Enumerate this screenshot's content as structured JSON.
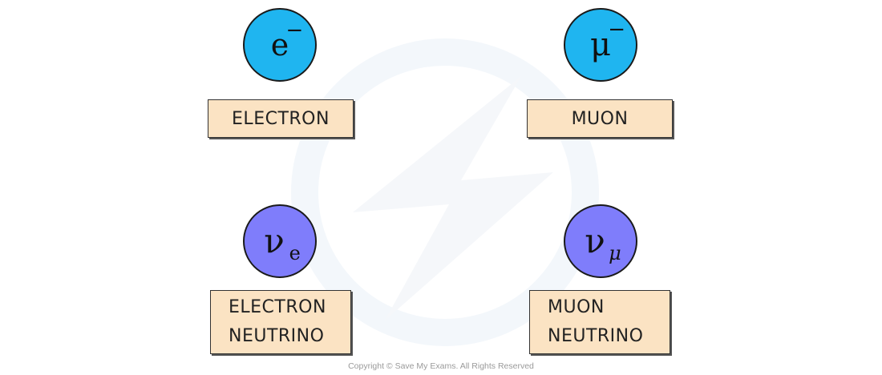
{
  "particles": [
    {
      "symbol": "e",
      "superscript": "−",
      "subscript": "",
      "label_lines": [
        "ELECTRON"
      ]
    },
    {
      "symbol": "μ",
      "superscript": "−",
      "subscript": "",
      "label_lines": [
        "MUON"
      ]
    },
    {
      "symbol": "ν",
      "superscript": "",
      "subscript": "e",
      "label_lines": [
        "ELECTRON",
        "NEUTRINO"
      ]
    },
    {
      "symbol": "ν",
      "superscript": "",
      "subscript": "μ",
      "label_lines": [
        "MUON",
        "NEUTRINO"
      ]
    }
  ],
  "colors": {
    "charged_lepton": "#1fb5f0",
    "neutrino": "#7f7dfb",
    "label_fill": "#fbe3c3"
  },
  "copyright": "Copyright © Save My Exams. All Rights Reserved"
}
